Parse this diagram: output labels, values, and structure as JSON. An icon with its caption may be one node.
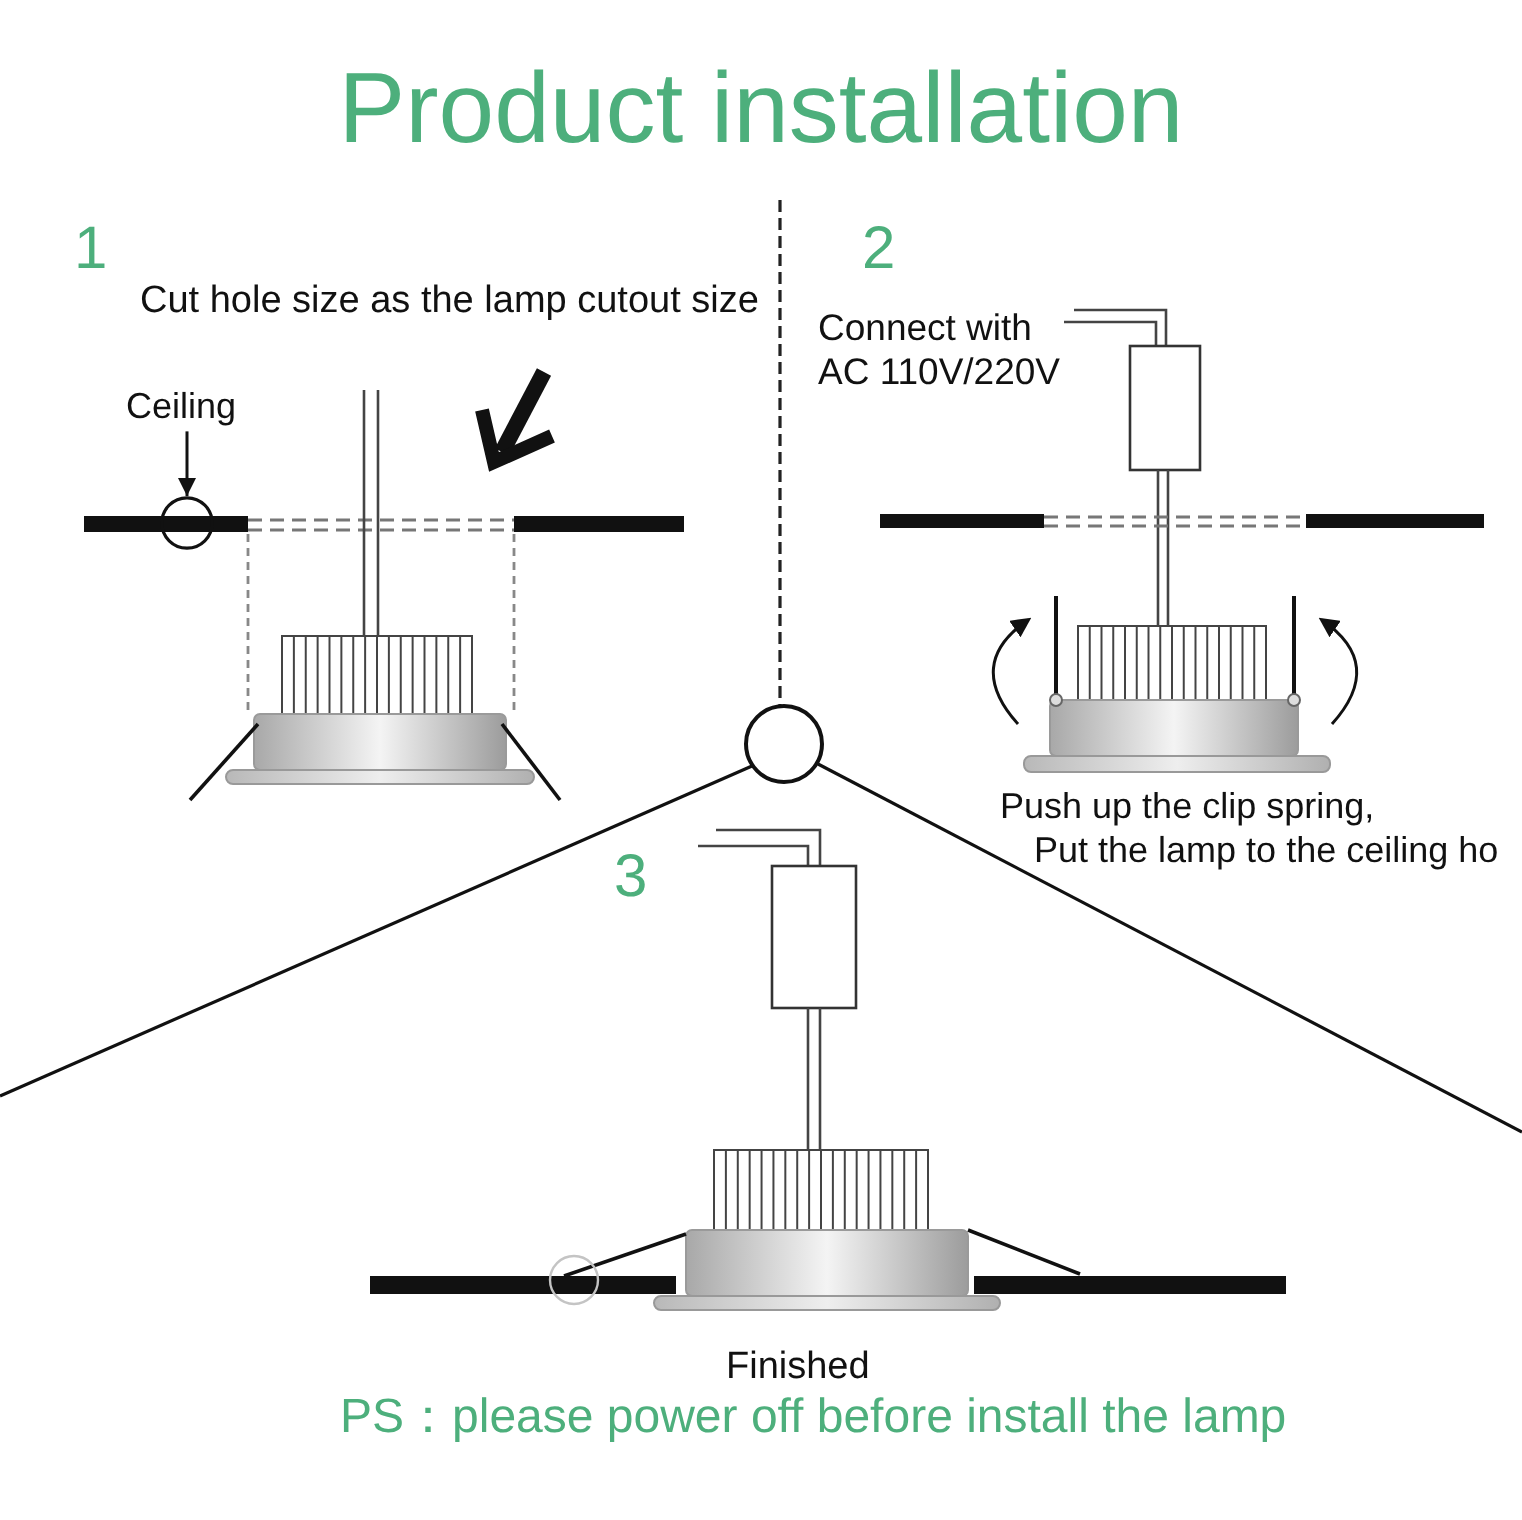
{
  "diagram": {
    "title": "Product installation",
    "nodes": [
      {
        "text": [
          "Ceiling"
        ]
      },
      {
        "text": [],
        "shape": "circle"
      }
    ],
    "edges": [
      {
        "from": 0,
        "to": 1,
        "arrow": "to"
      }
    ],
    "labels": [
      "1",
      "Cut hole size as the lamp cutout size",
      "2",
      "Connect with AC 110V/220V",
      "Push up the clip spring,",
      "Put the lamp to the ceiling ho",
      "3",
      "Finished",
      "PS：please power off before install the lamp"
    ]
  }
}
